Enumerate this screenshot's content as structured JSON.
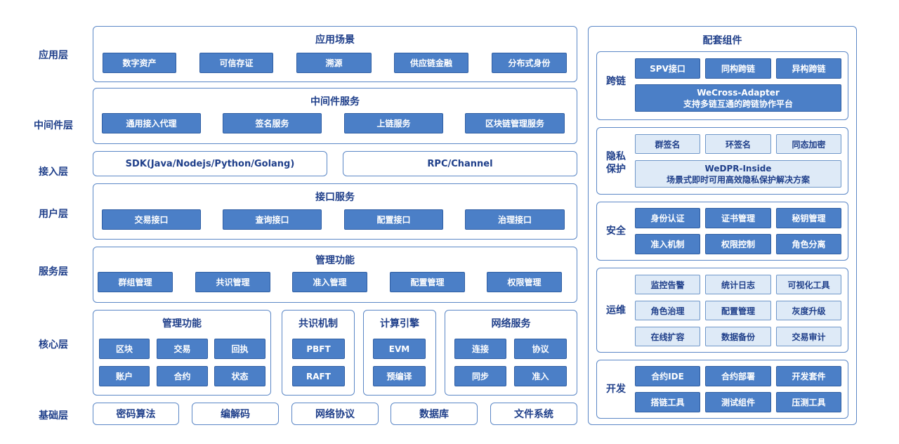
{
  "layers": {
    "app": "应用层",
    "middleware": "中间件层",
    "access": "接入层",
    "user": "用户层",
    "service": "服务层",
    "core": "核心层",
    "base": "基础层"
  },
  "app_scene": {
    "title": "应用场景",
    "items": [
      "数字资产",
      "可信存证",
      "溯源",
      "供应链金融",
      "分布式身份"
    ]
  },
  "middleware_service": {
    "title": "中间件服务",
    "items": [
      "通用接入代理",
      "签名服务",
      "上链服务",
      "区块链管理服务"
    ]
  },
  "access": {
    "sdk": "SDK(Java/Nodejs/Python/Golang)",
    "rpc": "RPC/Channel"
  },
  "interface_service": {
    "title": "接口服务",
    "items": [
      "交易接口",
      "查询接口",
      "配置接口",
      "治理接口"
    ]
  },
  "mgmt_function": {
    "title": "管理功能",
    "items": [
      "群组管理",
      "共识管理",
      "准入管理",
      "配置管理",
      "权限管理"
    ]
  },
  "core": {
    "mgmt": {
      "title": "管理功能",
      "items": [
        "区块",
        "交易",
        "回执",
        "账户",
        "合约",
        "状态"
      ]
    },
    "consensus": {
      "title": "共识机制",
      "items": [
        "PBFT",
        "RAFT"
      ]
    },
    "engine": {
      "title": "计算引擎",
      "items": [
        "EVM",
        "预编译"
      ]
    },
    "network": {
      "title": "网络服务",
      "items": [
        "连接",
        "协议",
        "同步",
        "准入"
      ]
    }
  },
  "base": {
    "items": [
      "密码算法",
      "编解码",
      "网络协议",
      "数据库",
      "文件系统"
    ]
  },
  "support": {
    "title": "配套组件",
    "cross": {
      "label": "跨链",
      "items": [
        "SPV接口",
        "同构跨链",
        "异构跨链"
      ],
      "wide_title": "WeCross-Adapter",
      "wide_sub": "支持多链互通的跨链协作平台"
    },
    "privacy": {
      "label_1": "隐私",
      "label_2": "保护",
      "items": [
        "群签名",
        "环签名",
        "同态加密"
      ],
      "wide_title": "WeDPR-Inside",
      "wide_sub": "场景式即时可用高效隐私保护解决方案"
    },
    "security": {
      "label": "安全",
      "items": [
        "身份认证",
        "证书管理",
        "秘钥管理",
        "准入机制",
        "权限控制",
        "角色分离"
      ]
    },
    "ops": {
      "label": "运维",
      "items": [
        "监控告警",
        "统计日志",
        "可视化工具",
        "角色治理",
        "配置管理",
        "灰度升级",
        "在线扩容",
        "数据备份",
        "交易审计"
      ]
    },
    "dev": {
      "label": "开发",
      "items": [
        "合约IDE",
        "合约部署",
        "开发套件",
        "搭链工具",
        "测试组件",
        "压测工具"
      ]
    }
  }
}
